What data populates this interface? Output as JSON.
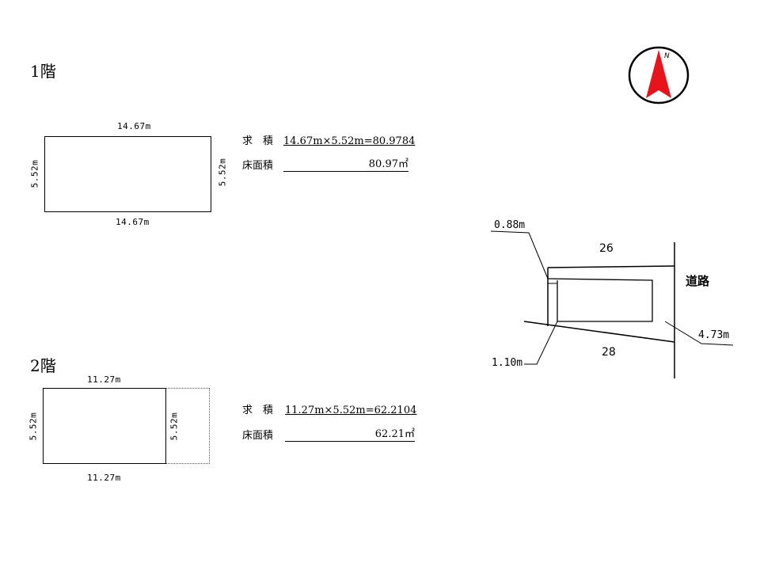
{
  "compass": {
    "letter": "N",
    "arrow_color": "#e8141c"
  },
  "floor1": {
    "title": "1階",
    "top_width": "14.67m",
    "bottom_width": "14.67m",
    "left_depth": "5.52m",
    "right_depth": "5.52m",
    "calc_label": "求　積",
    "calc_formula": "14.67m×5.52m=80.9784",
    "area_label": "床面積",
    "area_value": "80.97㎡"
  },
  "floor2": {
    "title": "2階",
    "top_width": "11.27m",
    "bottom_width": "11.27m",
    "left_depth": "5.52m",
    "right_depth": "5.52m",
    "calc_label": "求　積",
    "calc_formula": "11.27m×5.52m=62.2104",
    "area_label": "床面積",
    "area_value": "62.21㎡"
  },
  "site": {
    "label_top_left": "0.88m",
    "lot_north": "26",
    "road": "道路",
    "label_right": "4.73m",
    "label_bottom_left": "1.10m",
    "lot_south": "28"
  }
}
